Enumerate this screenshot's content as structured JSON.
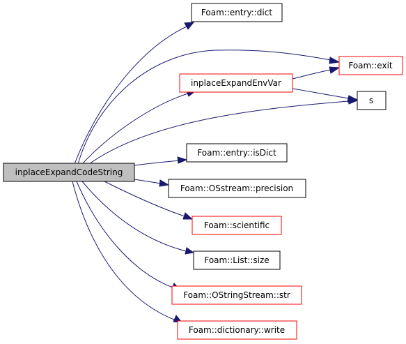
{
  "colors": {
    "edge": "#191970",
    "root_fill": "#bfbfbf",
    "node_fill": "#ffffff",
    "black_border": "#000000",
    "red_border": "#ff0000"
  },
  "nodes": {
    "root": {
      "label": "inplaceExpandCodeString",
      "border": "black",
      "root": true
    },
    "entry_dict": {
      "label": "Foam::entry::dict",
      "border": "black"
    },
    "exit": {
      "label": "Foam::exit",
      "border": "red"
    },
    "expand_env": {
      "label": "inplaceExpandEnvVar",
      "border": "red"
    },
    "s": {
      "label": "s",
      "border": "black"
    },
    "is_dict": {
      "label": "Foam::entry::isDict",
      "border": "black"
    },
    "precision": {
      "label": "Foam::OSstream::precision",
      "border": "black"
    },
    "scientific": {
      "label": "Foam::scientific",
      "border": "red"
    },
    "list_size": {
      "label": "Foam::List::size",
      "border": "black"
    },
    "str": {
      "label": "Foam::OStringStream::str",
      "border": "red"
    },
    "dict_write": {
      "label": "Foam::dictionary::write",
      "border": "red"
    }
  },
  "edges": [
    {
      "from": "root",
      "to": "entry_dict"
    },
    {
      "from": "root",
      "to": "exit"
    },
    {
      "from": "root",
      "to": "expand_env"
    },
    {
      "from": "root",
      "to": "s"
    },
    {
      "from": "root",
      "to": "is_dict"
    },
    {
      "from": "root",
      "to": "precision"
    },
    {
      "from": "root",
      "to": "scientific"
    },
    {
      "from": "root",
      "to": "list_size"
    },
    {
      "from": "root",
      "to": "str"
    },
    {
      "from": "root",
      "to": "dict_write"
    },
    {
      "from": "expand_env",
      "to": "exit"
    },
    {
      "from": "expand_env",
      "to": "s"
    }
  ]
}
